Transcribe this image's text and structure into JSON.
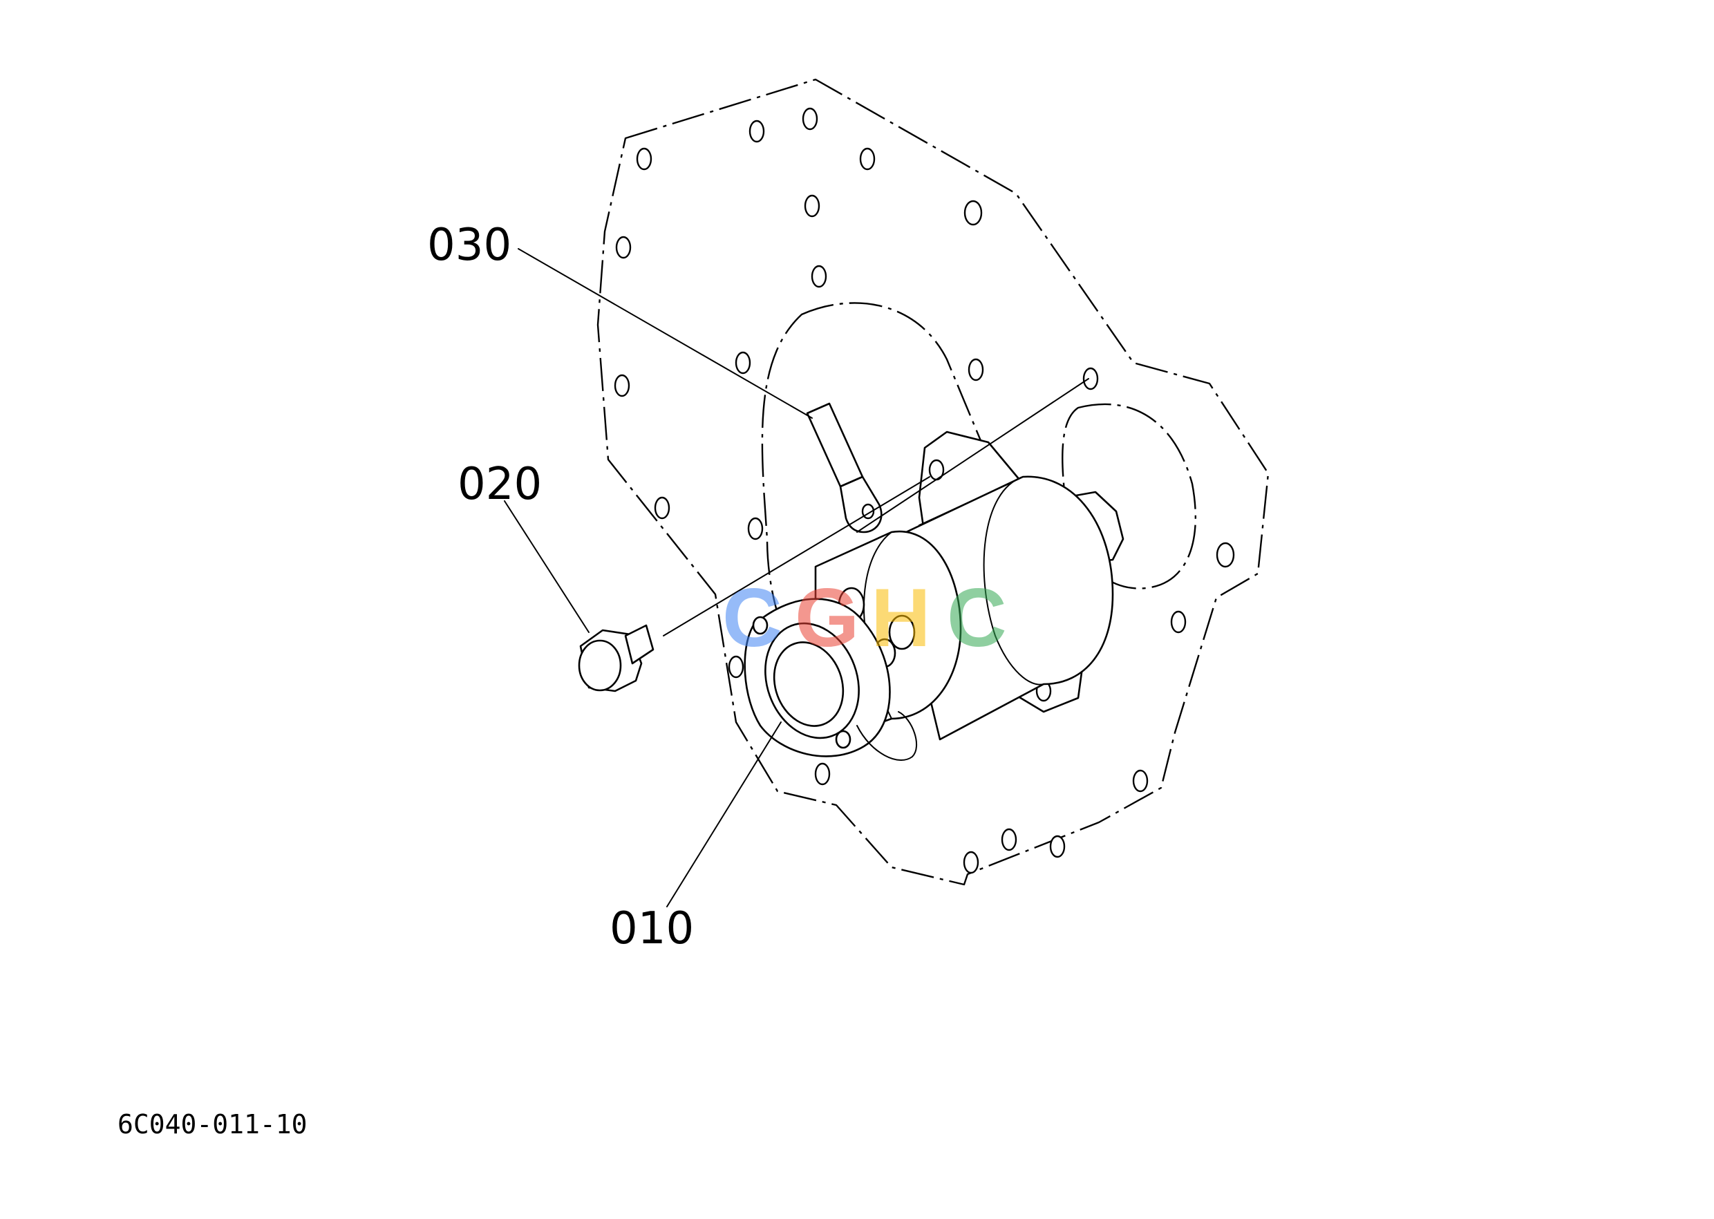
{
  "callouts": {
    "c030": "030",
    "c020": "020",
    "c010": "010"
  },
  "drawing_code": "6C040-011-10",
  "watermark": {
    "letters": [
      "C",
      "G",
      "H",
      "C"
    ],
    "colors": [
      "#4285F4",
      "#EA4335",
      "#FBBC05",
      "#34A853"
    ]
  },
  "parts": [
    {
      "ref": "010",
      "icon": "starter-motor-icon"
    },
    {
      "ref": "020",
      "icon": "bolt-icon"
    },
    {
      "ref": "030",
      "icon": "terminal-connector-icon"
    }
  ]
}
